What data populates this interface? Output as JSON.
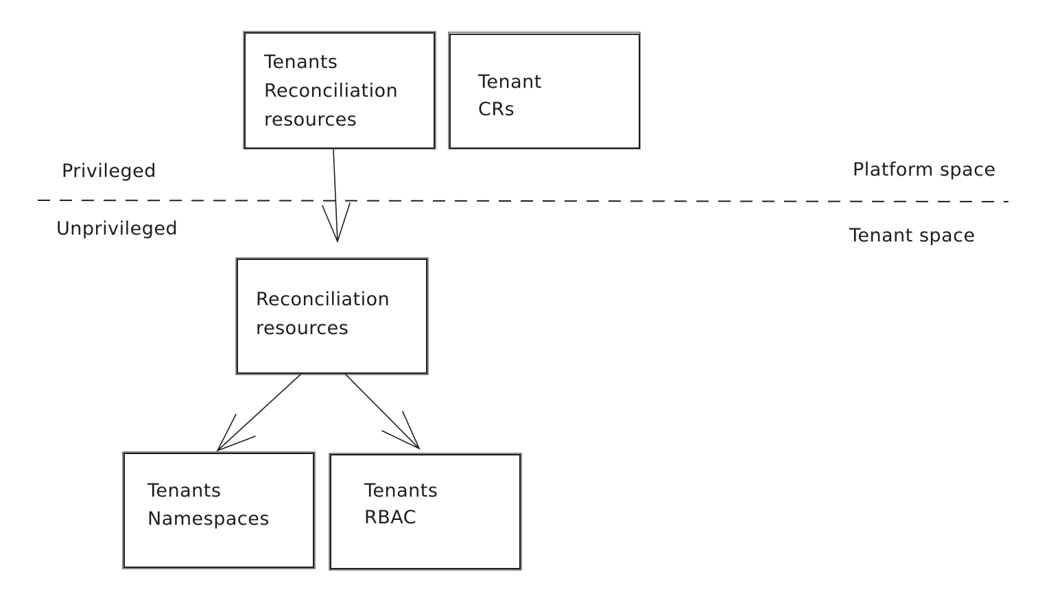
{
  "nodes": {
    "tenants_reconciliation": {
      "lines": [
        "Tenants",
        "Reconciliation",
        "resources"
      ]
    },
    "tenant_crs": {
      "lines": [
        "Tenant",
        "CRs"
      ]
    },
    "reconciliation_resources": {
      "lines": [
        "Reconciliation",
        "resources"
      ]
    },
    "tenants_namespaces": {
      "lines": [
        "Tenants",
        "Namespaces"
      ]
    },
    "tenants_rbac": {
      "lines": [
        "Tenants",
        "RBAC"
      ]
    }
  },
  "zones": {
    "privileged": "Privileged",
    "unprivileged": "Unprivileged",
    "platform_space": "Platform space",
    "tenant_space": "Tenant space"
  },
  "colors": {
    "stroke": "#1e1e1e",
    "background": "#ffffff"
  }
}
